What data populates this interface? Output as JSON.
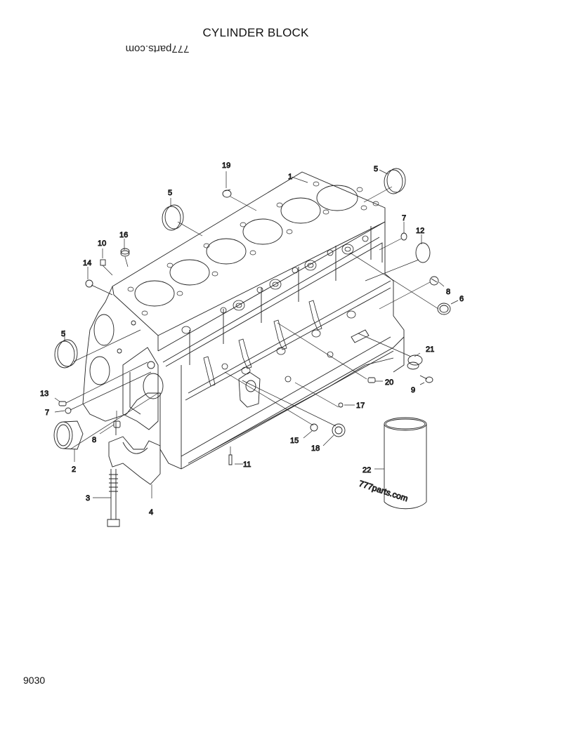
{
  "header": {
    "title": "CYLINDER BLOCK",
    "watermark_top": "777parts.com"
  },
  "footer": {
    "page_number": "9030"
  },
  "diagram": {
    "watermark_liner": "777parts.com",
    "callouts": [
      {
        "id": "1",
        "label": "1"
      },
      {
        "id": "2",
        "label": "2"
      },
      {
        "id": "3",
        "label": "3"
      },
      {
        "id": "4",
        "label": "4"
      },
      {
        "id": "5a",
        "label": "5"
      },
      {
        "id": "5b",
        "label": "5"
      },
      {
        "id": "5c",
        "label": "5"
      },
      {
        "id": "6",
        "label": "6"
      },
      {
        "id": "7a",
        "label": "7"
      },
      {
        "id": "7b",
        "label": "7"
      },
      {
        "id": "8a",
        "label": "8"
      },
      {
        "id": "8b",
        "label": "8"
      },
      {
        "id": "9",
        "label": "9"
      },
      {
        "id": "10",
        "label": "10"
      },
      {
        "id": "11",
        "label": "11"
      },
      {
        "id": "12",
        "label": "12"
      },
      {
        "id": "13",
        "label": "13"
      },
      {
        "id": "14",
        "label": "14"
      },
      {
        "id": "15",
        "label": "15"
      },
      {
        "id": "16",
        "label": "16"
      },
      {
        "id": "17",
        "label": "17"
      },
      {
        "id": "18",
        "label": "18"
      },
      {
        "id": "19",
        "label": "19"
      },
      {
        "id": "20",
        "label": "20"
      },
      {
        "id": "21",
        "label": "21"
      },
      {
        "id": "22",
        "label": "22"
      }
    ]
  }
}
